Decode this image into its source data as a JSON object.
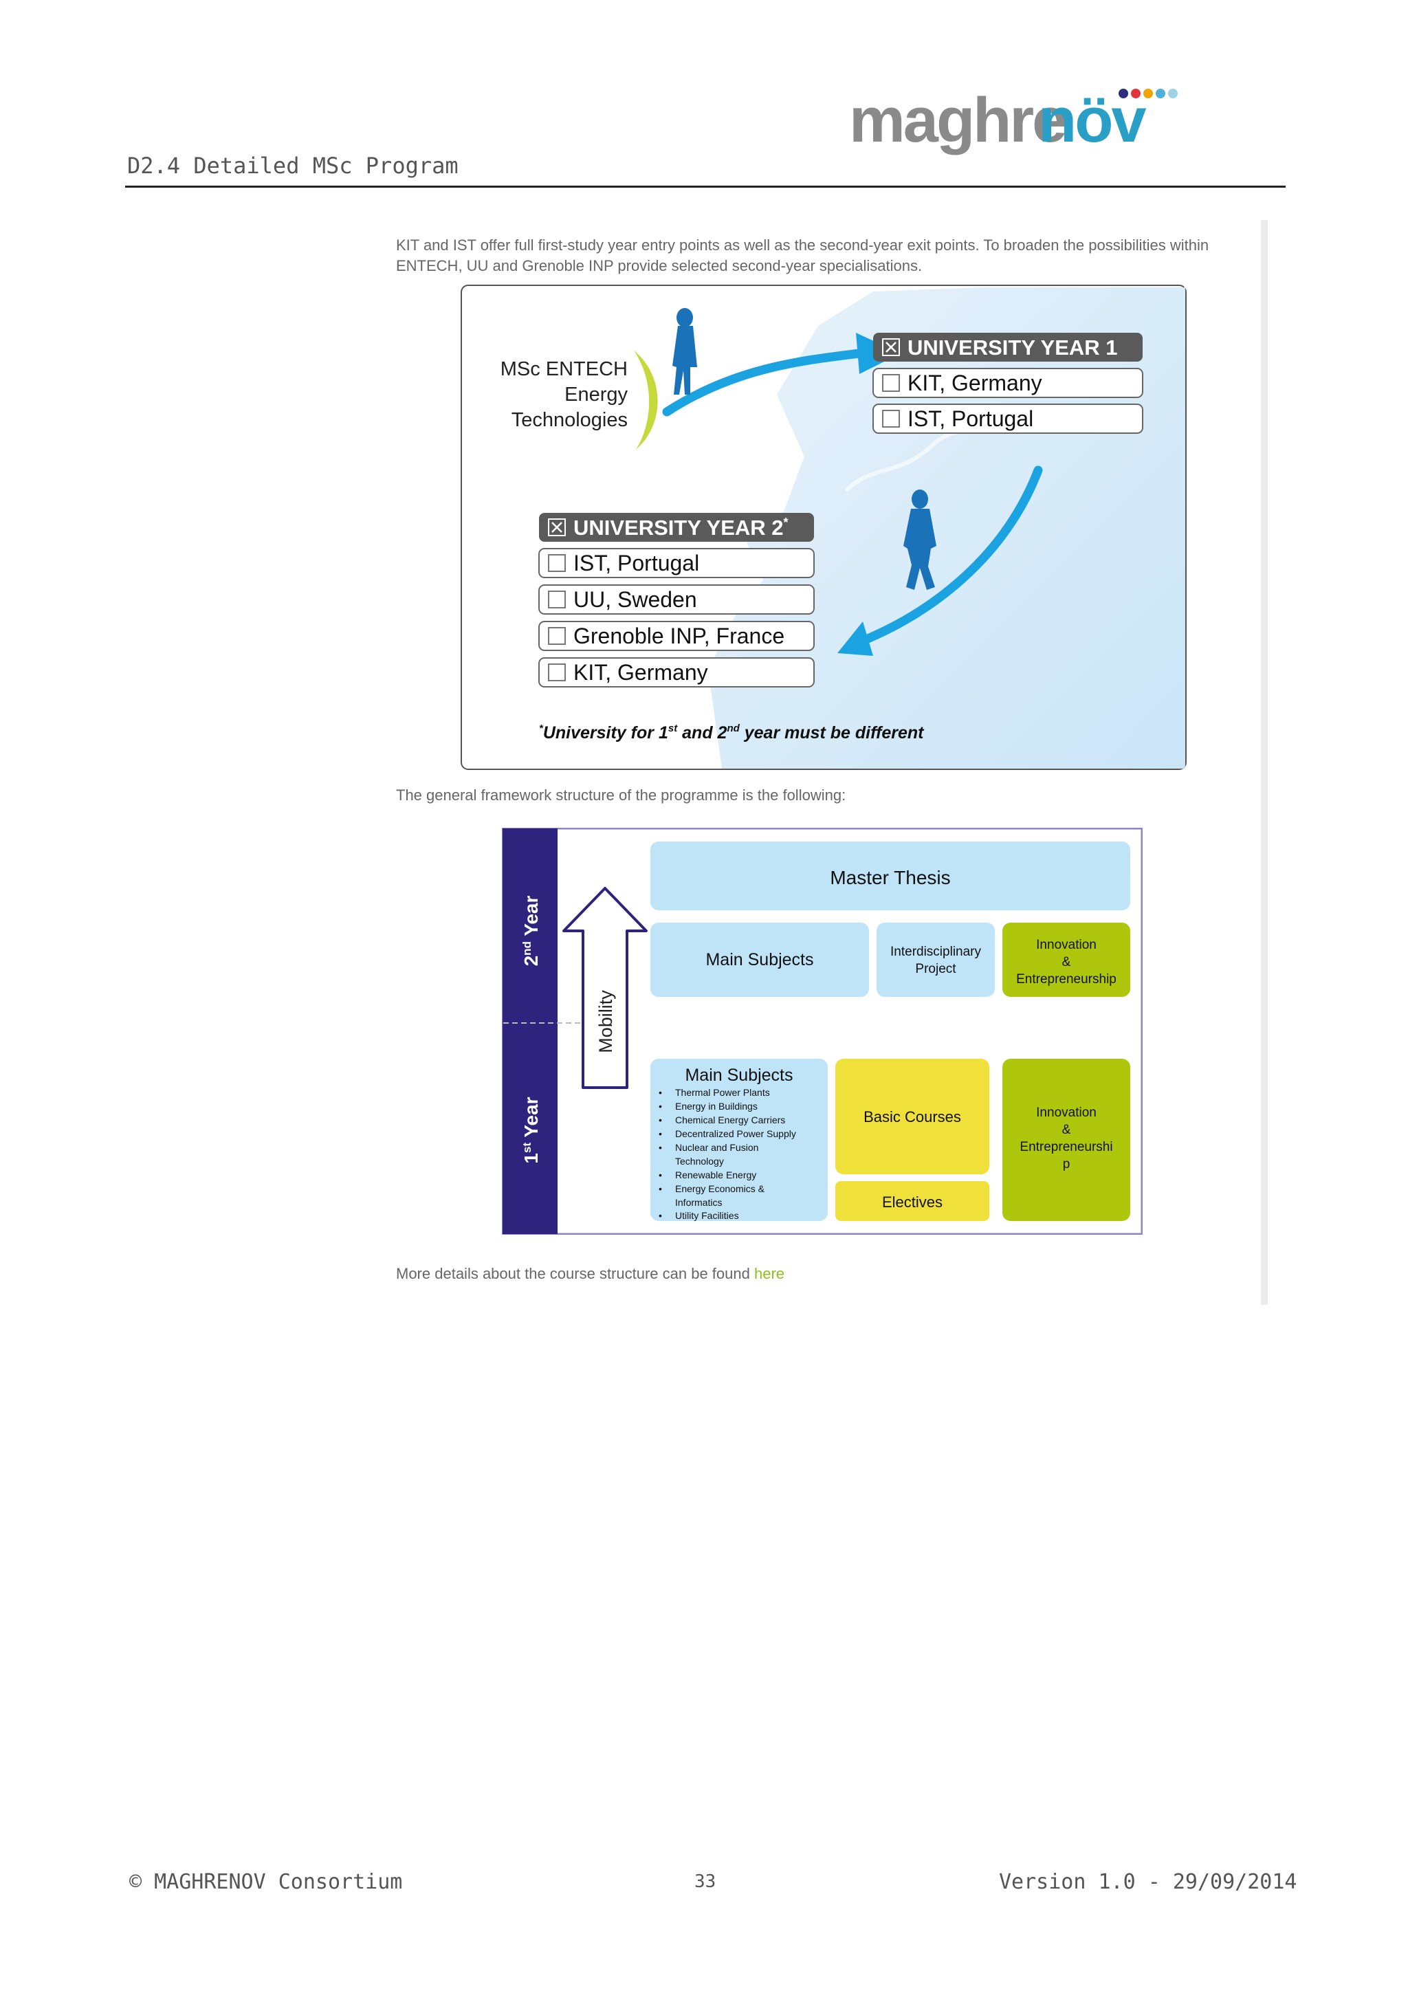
{
  "header": {
    "doc_title": "D2.4 Detailed MSc Program",
    "logo_text_grey": "maghre",
    "logo_text_blue": "növ",
    "logo_dot_colors": [
      "#2b2d7e",
      "#e4343a",
      "#f0a500",
      "#4fb1d9",
      "#9fd3e3"
    ]
  },
  "content": {
    "intro_text": "KIT and IST offer full first-study year entry points as well as the second-year exit points. To broaden the possibilities within ENTECH, UU and Grenoble INP provide selected second-year specialisations.",
    "framework_text": "The general framework structure of the programme is the following:",
    "more_text": "More details about the course structure can be found ",
    "more_link": "here"
  },
  "mobility_figure": {
    "program_lines": [
      "MSc ENTECH",
      "Energy",
      "Technologies"
    ],
    "year1": {
      "title": "UNIVERSITY YEAR 1",
      "options": [
        "KIT, Germany",
        "IST, Portugal"
      ]
    },
    "year2": {
      "title": "UNIVERSITY YEAR 2",
      "title_mark": "*",
      "options": [
        "IST, Portugal",
        "UU, Sweden",
        "Grenoble INP, France",
        "KIT, Germany"
      ]
    },
    "footnote": {
      "star": "*",
      "part1": "University for 1",
      "sup1": "st",
      "part2": " and 2",
      "sup2": "nd",
      "part3": " year must be different"
    },
    "colors": {
      "arrow": "#1aa3e0",
      "box_dark": "#5a5a5a",
      "map": "#cfe6f7"
    }
  },
  "framework_figure": {
    "year2_label": {
      "num": "2",
      "sup": "nd",
      "word": " Year"
    },
    "year1_label": {
      "num": "1",
      "sup": "st",
      "word": " Year"
    },
    "mobility_label": "Mobility",
    "master_thesis": "Master Thesis",
    "main_subjects_y2": "Main Subjects",
    "interdisciplinary": [
      "Interdisciplinary",
      "Project"
    ],
    "innovation_y2": [
      "Innovation",
      "&",
      "Entrepreneurship"
    ],
    "main_subjects_y1_title": "Main Subjects",
    "main_subjects_y1_items": [
      "Thermal Power Plants",
      "Energy in Buildings",
      "Chemical Energy Carriers",
      "Decentralized Power Supply",
      "Nuclear and Fusion",
      "Technology",
      "Renewable Energy",
      "Energy Economics &",
      "Informatics",
      "Utility Facilities"
    ],
    "basic_courses": "Basic Courses",
    "electives": "Electives",
    "innovation_y1": [
      "Innovation",
      "&",
      "Entrepreneurshi",
      "p"
    ],
    "colors": {
      "sidebar": "#2e237d",
      "light_blue": "#bfe3f7",
      "yellow": "#f0e03a",
      "green": "#aec70d"
    }
  },
  "footer": {
    "left": "© MAGHRENOV Consortium",
    "page": "33",
    "right": "Version 1.0 - 29/09/2014"
  }
}
